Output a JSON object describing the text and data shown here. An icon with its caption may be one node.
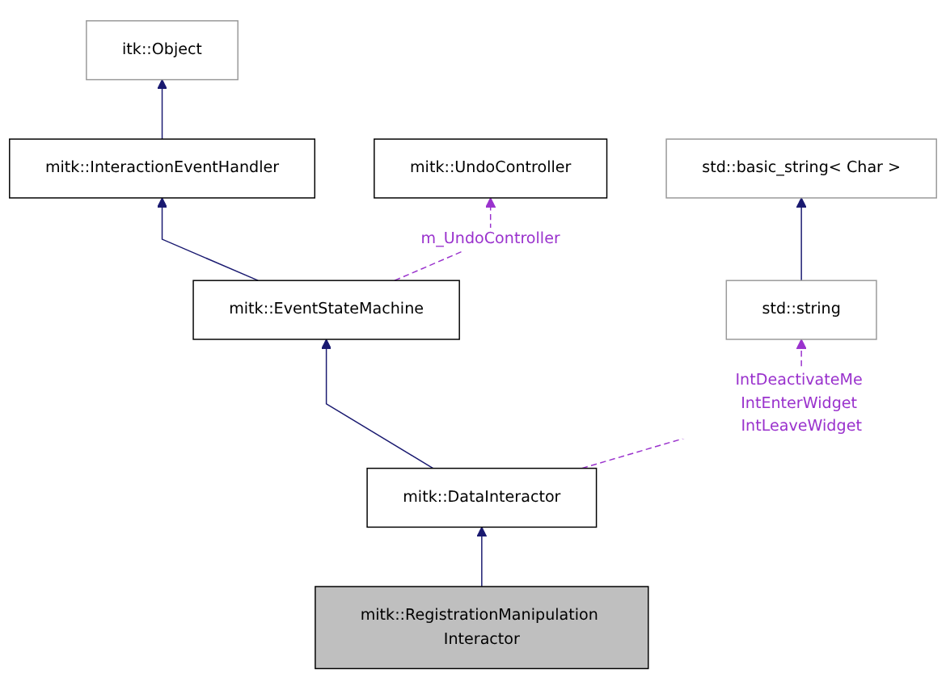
{
  "diagram": {
    "nodes": [
      {
        "text": [
          "itk::Object"
        ]
      },
      {
        "text": [
          "mitk::InteractionEventHandler"
        ]
      },
      {
        "text": [
          "mitk::UndoController"
        ]
      },
      {
        "text": [
          "std::basic_string< Char >"
        ]
      },
      {
        "text": [
          "mitk::EventStateMachine"
        ]
      },
      {
        "text": [
          "std::string"
        ]
      },
      {
        "text": [
          "mitk::DataInteractor"
        ]
      },
      {
        "text": [
          "mitk::RegistrationManipulation Interactor"
        ]
      }
    ],
    "edges": [
      {
        "from": 1,
        "to": 0,
        "arrow": "to"
      },
      {
        "from": 4,
        "to": 1,
        "arrow": "to"
      },
      {
        "from": 4,
        "to": 2,
        "arrow": "to",
        "label": "m_UndoController",
        "style": "dashed",
        "color": "#9a32cd"
      },
      {
        "from": 5,
        "to": 3,
        "arrow": "to"
      },
      {
        "from": 6,
        "to": 4,
        "arrow": "to"
      },
      {
        "from": 6,
        "to": 5,
        "arrow": "to",
        "label": "IntDeactivateMe IntEnterWidget IntLeaveWidget",
        "style": "dashed",
        "color": "#9a32cd"
      },
      {
        "from": 7,
        "to": 6,
        "arrow": "to"
      }
    ]
  }
}
